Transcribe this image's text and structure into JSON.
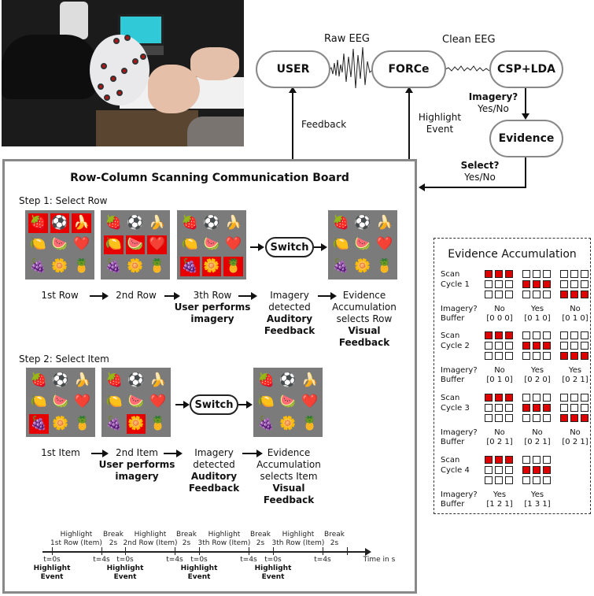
{
  "photo": {
    "description": "EEG cap experiment photo"
  },
  "flow": {
    "nodes": {
      "user": "USER",
      "force": "FORCe",
      "csp": "CSP+LDA",
      "evidence": "Evidence"
    },
    "labels": {
      "raw_eeg": "Raw EEG",
      "clean_eeg": "Clean EEG",
      "imagery_q": "Imagery?",
      "imagery_opts": "Yes/No",
      "feedback": "Feedback",
      "highlight": "Highlight",
      "event": "Event",
      "select_q": "Select?",
      "select_opts": "Yes/No"
    }
  },
  "board": {
    "title": "Row-Column Scanning  Communication Board",
    "items": [
      "🍓",
      "⚽",
      "🍌",
      "🍋",
      "🍉",
      "❤️",
      "🍇",
      "🌼",
      "🍍"
    ],
    "step1": {
      "title": "Step 1: Select Row",
      "grids": [
        {
          "highlight": [
            0,
            1,
            2
          ]
        },
        {
          "highlight": [
            3,
            4,
            5
          ]
        },
        {
          "highlight": [
            6,
            7,
            8
          ]
        },
        {
          "highlight": []
        }
      ],
      "switch": "Switch",
      "captions": [
        {
          "plain": [
            "1st Row"
          ],
          "bold": []
        },
        {
          "plain": [
            "2nd Row"
          ],
          "bold": []
        },
        {
          "plain": [
            "3th Row"
          ],
          "bold": [
            "User performs",
            "imagery"
          ]
        },
        {
          "plain": [
            "Imagery",
            "detected"
          ],
          "bold": [
            "Auditory",
            "Feedback"
          ]
        },
        {
          "plain": [
            "Evidence",
            "Accumulation",
            "selects Row"
          ],
          "bold": [
            "Visual",
            "Feedback"
          ]
        }
      ]
    },
    "step2": {
      "title": "Step 2: Select Item",
      "grids": [
        {
          "highlight": [
            6
          ]
        },
        {
          "highlight": [
            7
          ]
        },
        {
          "highlight": []
        }
      ],
      "switch": "Switch",
      "captions": [
        {
          "plain": [
            "1st Item"
          ],
          "bold": []
        },
        {
          "plain": [
            "2nd Item"
          ],
          "bold": [
            "User performs",
            "imagery"
          ]
        },
        {
          "plain": [
            "Imagery",
            "detected"
          ],
          "bold": [
            "Auditory",
            "Feedback"
          ]
        },
        {
          "plain": [
            "Evidence",
            "Accumulation",
            "selects Item"
          ],
          "bold": [
            "Visual",
            "Feedback"
          ]
        }
      ]
    },
    "timeline": {
      "phases": [
        {
          "top": "Highlight",
          "bottom": "1st Row (Item)"
        },
        {
          "top": "Break",
          "bottom": "2s"
        },
        {
          "top": "Highlight",
          "bottom": "2nd Row (Item)"
        },
        {
          "top": "Break",
          "bottom": "2s"
        },
        {
          "top": "Highlight",
          "bottom": "3th Row (Item)"
        },
        {
          "top": "Break",
          "bottom": "2s"
        },
        {
          "top": "Highlight",
          "bottom": "3th Row (Item)"
        },
        {
          "top": "Break",
          "bottom": "2s"
        }
      ],
      "ticks": [
        "t=0s",
        "t=4s",
        "t=0s",
        "t=4s",
        "t=0s",
        "t=4s",
        "t=0s",
        "t=4s"
      ],
      "event_label": [
        "Highlight",
        "Event"
      ],
      "axis_label": "Time in s"
    }
  },
  "evidence": {
    "title": "Evidence Accumulation",
    "imagery_label": "Imagery?",
    "buffer_label": "Buffer",
    "cycles": [
      {
        "label": [
          "Scan",
          "Cycle 1"
        ],
        "steps": [
          {
            "row": 0,
            "imagery": "No",
            "buffer": "[0 0 0]"
          },
          {
            "row": 1,
            "imagery": "Yes",
            "buffer": "[0 1 0]"
          },
          {
            "row": 2,
            "imagery": "No",
            "buffer": "[0 1 0]"
          }
        ]
      },
      {
        "label": [
          "Scan",
          "Cycle 2"
        ],
        "steps": [
          {
            "row": 0,
            "imagery": "No",
            "buffer": "[0 1 0]"
          },
          {
            "row": 1,
            "imagery": "Yes",
            "buffer": "[0 2 0]"
          },
          {
            "row": 2,
            "imagery": "Yes",
            "buffer": "[0 2 1]"
          }
        ]
      },
      {
        "label": [
          "Scan",
          "Cycle 3"
        ],
        "steps": [
          {
            "row": 0,
            "imagery": "No",
            "buffer": "[0 2 1]"
          },
          {
            "row": 1,
            "imagery": "No",
            "buffer": "[0 2 1]"
          },
          {
            "row": 2,
            "imagery": "No",
            "buffer": "[0 2 1]"
          }
        ]
      },
      {
        "label": [
          "Scan",
          "Cycle 4"
        ],
        "steps": [
          {
            "row": 0,
            "imagery": "Yes",
            "buffer": "[1 2 1]"
          },
          {
            "row": 1,
            "imagery": "Yes",
            "buffer": "[1 3 1]"
          }
        ]
      }
    ]
  }
}
